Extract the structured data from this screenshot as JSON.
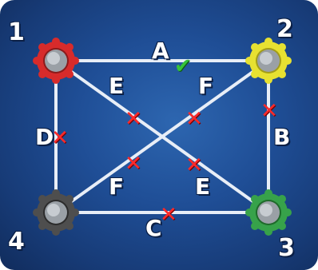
{
  "colors": {
    "background": "#1f4e96",
    "line": "#e8eef7",
    "cross": "#ff2a2a",
    "check": "#36c33a"
  },
  "nodes": [
    {
      "id": "1",
      "color": "#d72b2b",
      "label": "1"
    },
    {
      "id": "2",
      "color": "#e7e131",
      "label": "2"
    },
    {
      "id": "3",
      "color": "#37a24a",
      "label": "3"
    },
    {
      "id": "4",
      "color": "#4e4e4e",
      "label": "4"
    }
  ],
  "edges": {
    "A": {
      "label": "A",
      "status": "check"
    },
    "B": {
      "label": "B",
      "status": "cross"
    },
    "C": {
      "label": "C",
      "status": "cross"
    },
    "D": {
      "label": "D",
      "status": "cross"
    },
    "E_top": {
      "label": "E",
      "status": "cross"
    },
    "E_bottom": {
      "label": "E",
      "status": "cross"
    },
    "F_top": {
      "label": "F",
      "status": "cross"
    },
    "F_bottom": {
      "label": "F",
      "status": "cross"
    }
  },
  "symbols": {
    "cross": "✕",
    "check": "✔"
  }
}
